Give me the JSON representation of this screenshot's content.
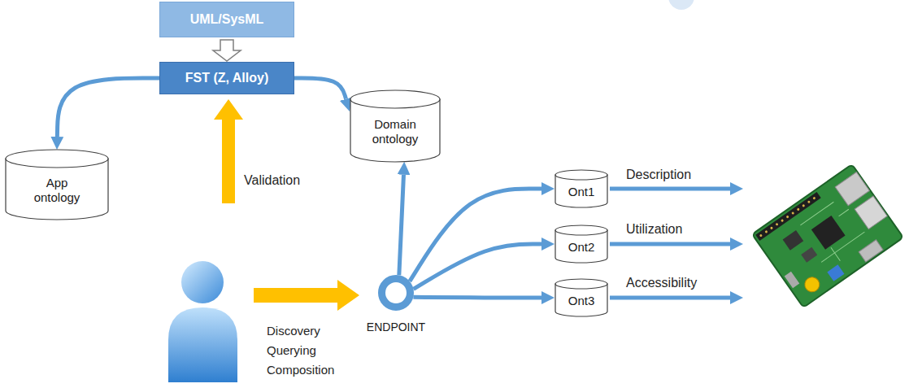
{
  "diagram": {
    "nodes": [
      {
        "text": [
          "UML/SysML"
        ]
      },
      {
        "text": [
          "FST (Z, Alloy)"
        ]
      },
      {
        "text": [
          "App ontology"
        ]
      },
      {
        "text": [
          "Domain ontology"
        ]
      },
      {
        "text": [
          "ENDPOINT"
        ]
      },
      {
        "text": [
          "Ont1"
        ]
      },
      {
        "text": [
          "Ont2"
        ]
      },
      {
        "text": [
          "Ont3"
        ]
      }
    ],
    "edges": [
      {
        "from": 0,
        "to": 1,
        "arrow": "to"
      },
      {
        "from": 1,
        "to": 2,
        "arrow": "to"
      },
      {
        "from": 1,
        "to": 3,
        "arrow": "to"
      },
      {
        "from": 4,
        "to": 3,
        "arrow": "to"
      },
      {
        "from": 4,
        "to": 5,
        "arrow": "to"
      },
      {
        "from": 4,
        "to": 6,
        "arrow": "to"
      },
      {
        "from": 4,
        "to": 7,
        "arrow": "to"
      }
    ],
    "labels": [
      "Validation",
      "Discovery Querying Composition",
      "Description",
      "Utilization",
      "Accessibility"
    ]
  }
}
